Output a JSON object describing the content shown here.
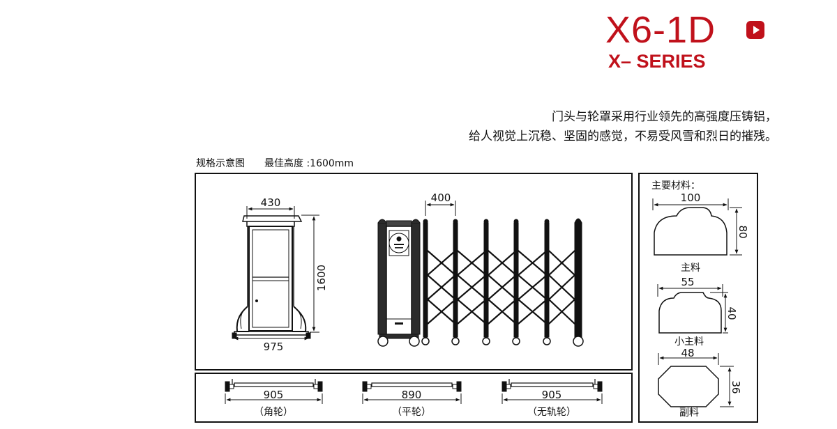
{
  "header": {
    "model": "X6-1D",
    "series": "X– SERIES",
    "play_icon": "play-icon",
    "accent_color": "#c0111b"
  },
  "description": {
    "line1": "门头与轮罩采用行业领先的高强度压铸铝，",
    "line2": "给人视觉上沉稳、坚固的感觉，不易受风雪和烈日的摧残。"
  },
  "caption": {
    "label": "规格示意图",
    "height": "最佳高度 :1600mm"
  },
  "gate_diagram": {
    "width_top": "430",
    "height": "1600",
    "width_bottom": "975",
    "pitch": "400"
  },
  "materials": {
    "title": "主要材料：",
    "main": {
      "width": "100",
      "height": "80",
      "name": "主料"
    },
    "small": {
      "width": "55",
      "height": "40",
      "name": "小主料"
    },
    "aux": {
      "width": "48",
      "height": "36",
      "name": "副料"
    }
  },
  "wheels": [
    {
      "length": "905",
      "name": "（角轮）"
    },
    {
      "length": "890",
      "name": "（平轮）"
    },
    {
      "length": "905",
      "name": "（无轨轮）"
    }
  ]
}
